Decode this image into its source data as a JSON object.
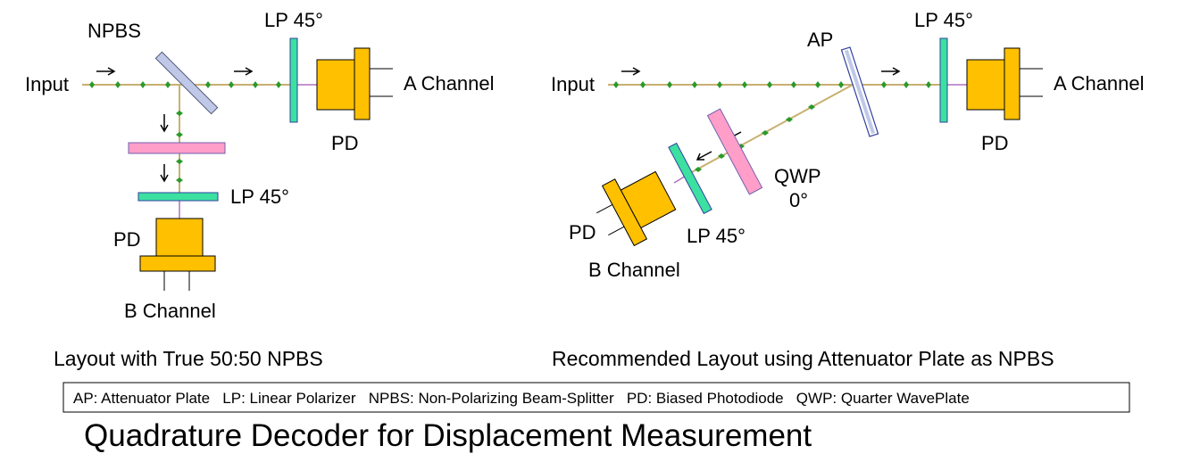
{
  "left_layout": {
    "caption": "Layout with True 50:50 NPBS",
    "labels": {
      "input": "Input",
      "npbs": "NPBS",
      "lp_top": "LP 45°",
      "lp_bottom": "LP 45°",
      "pd_a": "PD",
      "pd_b": "PD",
      "a_channel": "A Channel",
      "b_channel": "B Channel"
    }
  },
  "right_layout": {
    "caption": "Recommended Layout using Attenuator Plate as NPBS",
    "labels": {
      "input": "Input",
      "ap": "AP",
      "lp_top": "LP 45°",
      "lp_bottom": "LP 45°",
      "pd_a": "PD",
      "pd_b": "PD",
      "a_channel": "A Channel",
      "b_channel": "B Channel",
      "qwp": "QWP",
      "qwp_angle": "0°"
    }
  },
  "legend": "AP: Attenuator Plate   LP: Linear Polarizer   NPBS: Non-Polarizing Beam-Splitter   PD: Biased Photodiode   QWP: Quarter WavePlate",
  "title": "Quadrature Decoder for Displacement Measurement",
  "colors": {
    "beam": "#c8b070",
    "beam_dot": "#2a9a2a",
    "beam_dot_center": "#e03030",
    "post_polarizer_beam": "#b070c0",
    "photodiode": "#ffc000",
    "linear_polarizer": "#3ce0a0",
    "waveplate": "#ff9ec8",
    "splitter": "#c0c8e8",
    "component_outline": "#3040a0"
  }
}
